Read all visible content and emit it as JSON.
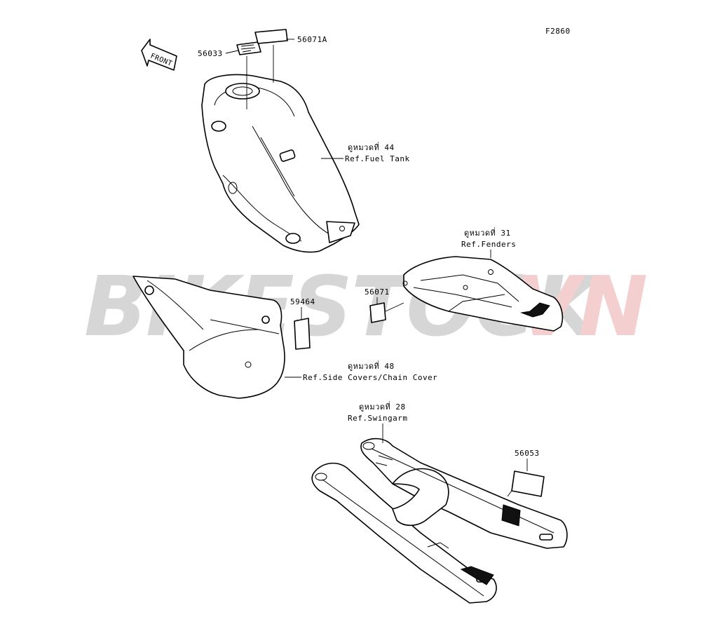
{
  "figure_code": "F2860",
  "front_arrow_label": "FRONT",
  "watermark": {
    "text_main": "BIKESTOCK",
    "text_accent": "VN",
    "color_main": "#cfcfcf",
    "color_accent": "#f3c7c7"
  },
  "parts": {
    "p56033": "56033",
    "p56071A": "56071A",
    "p56071": "56071",
    "p59464": "59464",
    "p56053": "56053"
  },
  "refs": {
    "fuel_tank": {
      "thai": "ดูหมวดที่ 44",
      "en": "Ref.Fuel Tank"
    },
    "fenders": {
      "thai": "ดูหมวดที่ 31",
      "en": "Ref.Fenders"
    },
    "side_covers": {
      "thai": "ดูหมวดที่ 48",
      "en": "Ref.Side Covers/Chain Cover"
    },
    "swingarm": {
      "thai": "ดูหมวดที่ 28",
      "en": "Ref.Swingarm"
    }
  }
}
